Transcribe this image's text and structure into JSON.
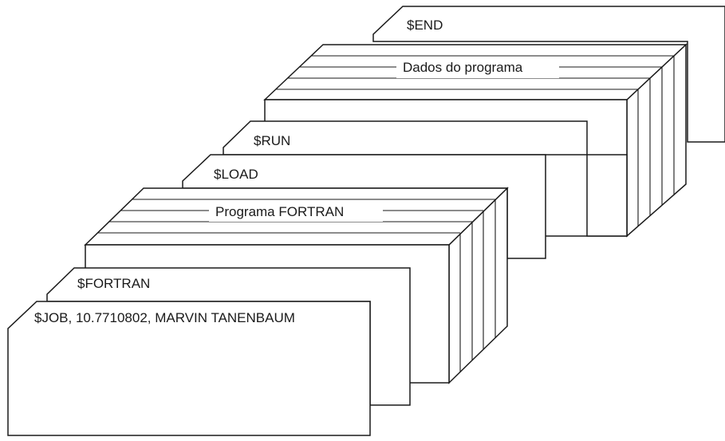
{
  "cards": {
    "end": "$END",
    "dados": "Dados do programa",
    "run": "$RUN",
    "load": "$LOAD",
    "fortran_program": "Programa FORTRAN",
    "fortran": "$FORTRAN",
    "job": "$JOB, 10.7710802, MARVIN TANENBAUM"
  }
}
